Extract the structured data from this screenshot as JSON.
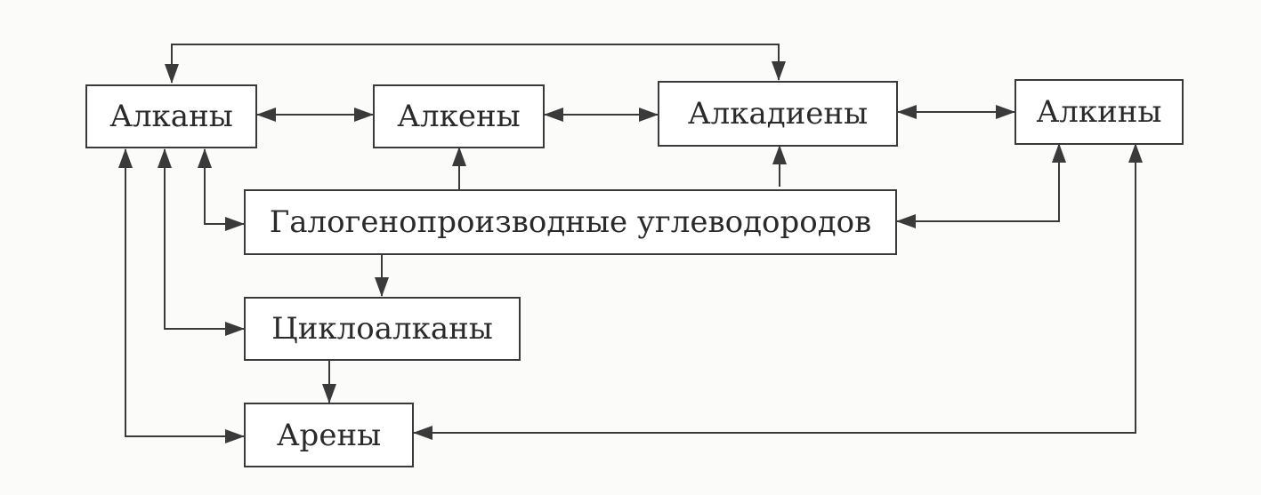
{
  "nodes": {
    "alkanes": "Алканы",
    "alkenes": "Алкены",
    "alkadienes": "Алкадиены",
    "alkynes": "Алкины",
    "halogen_derivatives": "Галогенопроизводные углеводородов",
    "cycloalkanes": "Циклоалканы",
    "arenes": "Арены"
  },
  "colors": {
    "line": "#3a3a3a",
    "text": "#2a2a2a",
    "background": "#fbfbfa"
  }
}
